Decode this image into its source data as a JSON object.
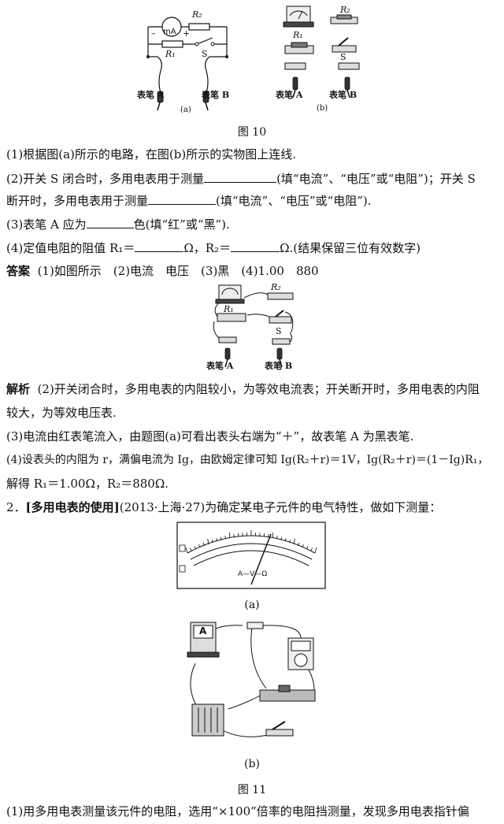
{
  "fig10": {
    "a": {
      "label": "(a)",
      "meter": "mA",
      "r2": "R₂",
      "r1": "R₁",
      "switch": "S",
      "plus": "+",
      "minus": "–",
      "probeA": "表笔 A",
      "probeB": "表笔 B"
    },
    "b": {
      "label": "(b)",
      "r2": "R₂",
      "r1": "R₁",
      "switch": "S",
      "probeA": "表笔 A",
      "probeB": "表笔 B"
    },
    "caption": "图 10"
  },
  "questions": {
    "q1": "(1)根据图(a)所示的电路，在图(b)所示的实物图上连线.",
    "q2a_prefix": "(2)开关 S 闭合时，多用电表用于测量",
    "q2a_suffix": "(填“电流”、“电压”或“电阻”)；开关 S",
    "q2b_prefix": "断开时，多用电表用于测量",
    "q2b_suffix": "(填“电流”、“电压”或“电阻”).",
    "q3_prefix": "(3)表笔 A 应为",
    "q3_suffix": "色(填“红”或“黑”).",
    "q4_prefix": "(4)定值电阻的阻值 R₁＝",
    "q4_mid": "Ω，R₂＝",
    "q4_suffix": "Ω.(结果保留三位有效数字)"
  },
  "answer": {
    "label": "答案",
    "text": "(1)如图所示　(2)电流　电压　(3)黑　(4)1.00　880",
    "figure": {
      "r2": "R₂",
      "r1": "R₁",
      "switch": "S",
      "probeA": "表笔 A",
      "probeB": "表笔 B"
    }
  },
  "analysis": {
    "label": "解析",
    "l1": "(2)开关闭合时，多用电表的内阻较小，为等效电流表；开关断开时，多用电表的内阻",
    "l2": "较大，为等效电压表.",
    "l3": "(3)电流由红表笔流入，由题图(a)可看出表头右端为“＋”，故表笔 A 为黑表笔.",
    "l4": "(4)设表头的内阻为 r，满偏电流为 Ig，由欧姆定律可知 Ig(R₂＋r)＝1V，Ig(R₂＋r)＝(1－Ig)R₁，",
    "l5": "解得 R₁＝1.00Ω，R₂＝880Ω."
  },
  "problem2": {
    "number": "2．",
    "tag": "[多用电表的使用]",
    "text": "(2013·上海·27)为确定某电子元件的电气特性，做如下测量：",
    "fig_a_label": "(a)",
    "fig_a_dial": "A—V—Ω",
    "fig_b_label": "(b)",
    "fig_b_meter": "A",
    "caption": "图 11",
    "q1": "(1)用多用电表测量该元件的电阻，选用“×100”倍率的电阻挡测量，发现多用电表指针偏"
  }
}
